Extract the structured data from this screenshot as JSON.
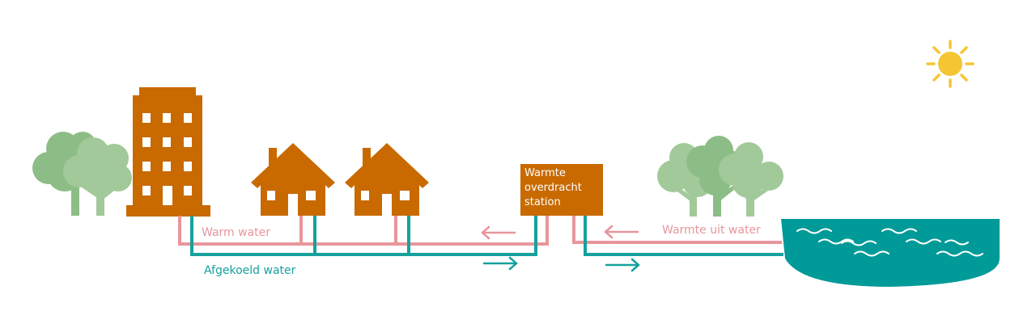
{
  "colors": {
    "building": "#c86a00",
    "tree_light": "#a2c99a",
    "tree_dark": "#8dbd86",
    "warm_pipe": "#e8959b",
    "cool_pipe": "#16a19e",
    "water": "#009a98",
    "sun": "#f5c534"
  },
  "labels": {
    "warm_water": "Warm water",
    "cooled_water": "Afgekoeld water",
    "heat_from_water": "Warmte uit water"
  },
  "station": {
    "line1": "Warmte",
    "line2": "overdracht",
    "line3": "station"
  }
}
